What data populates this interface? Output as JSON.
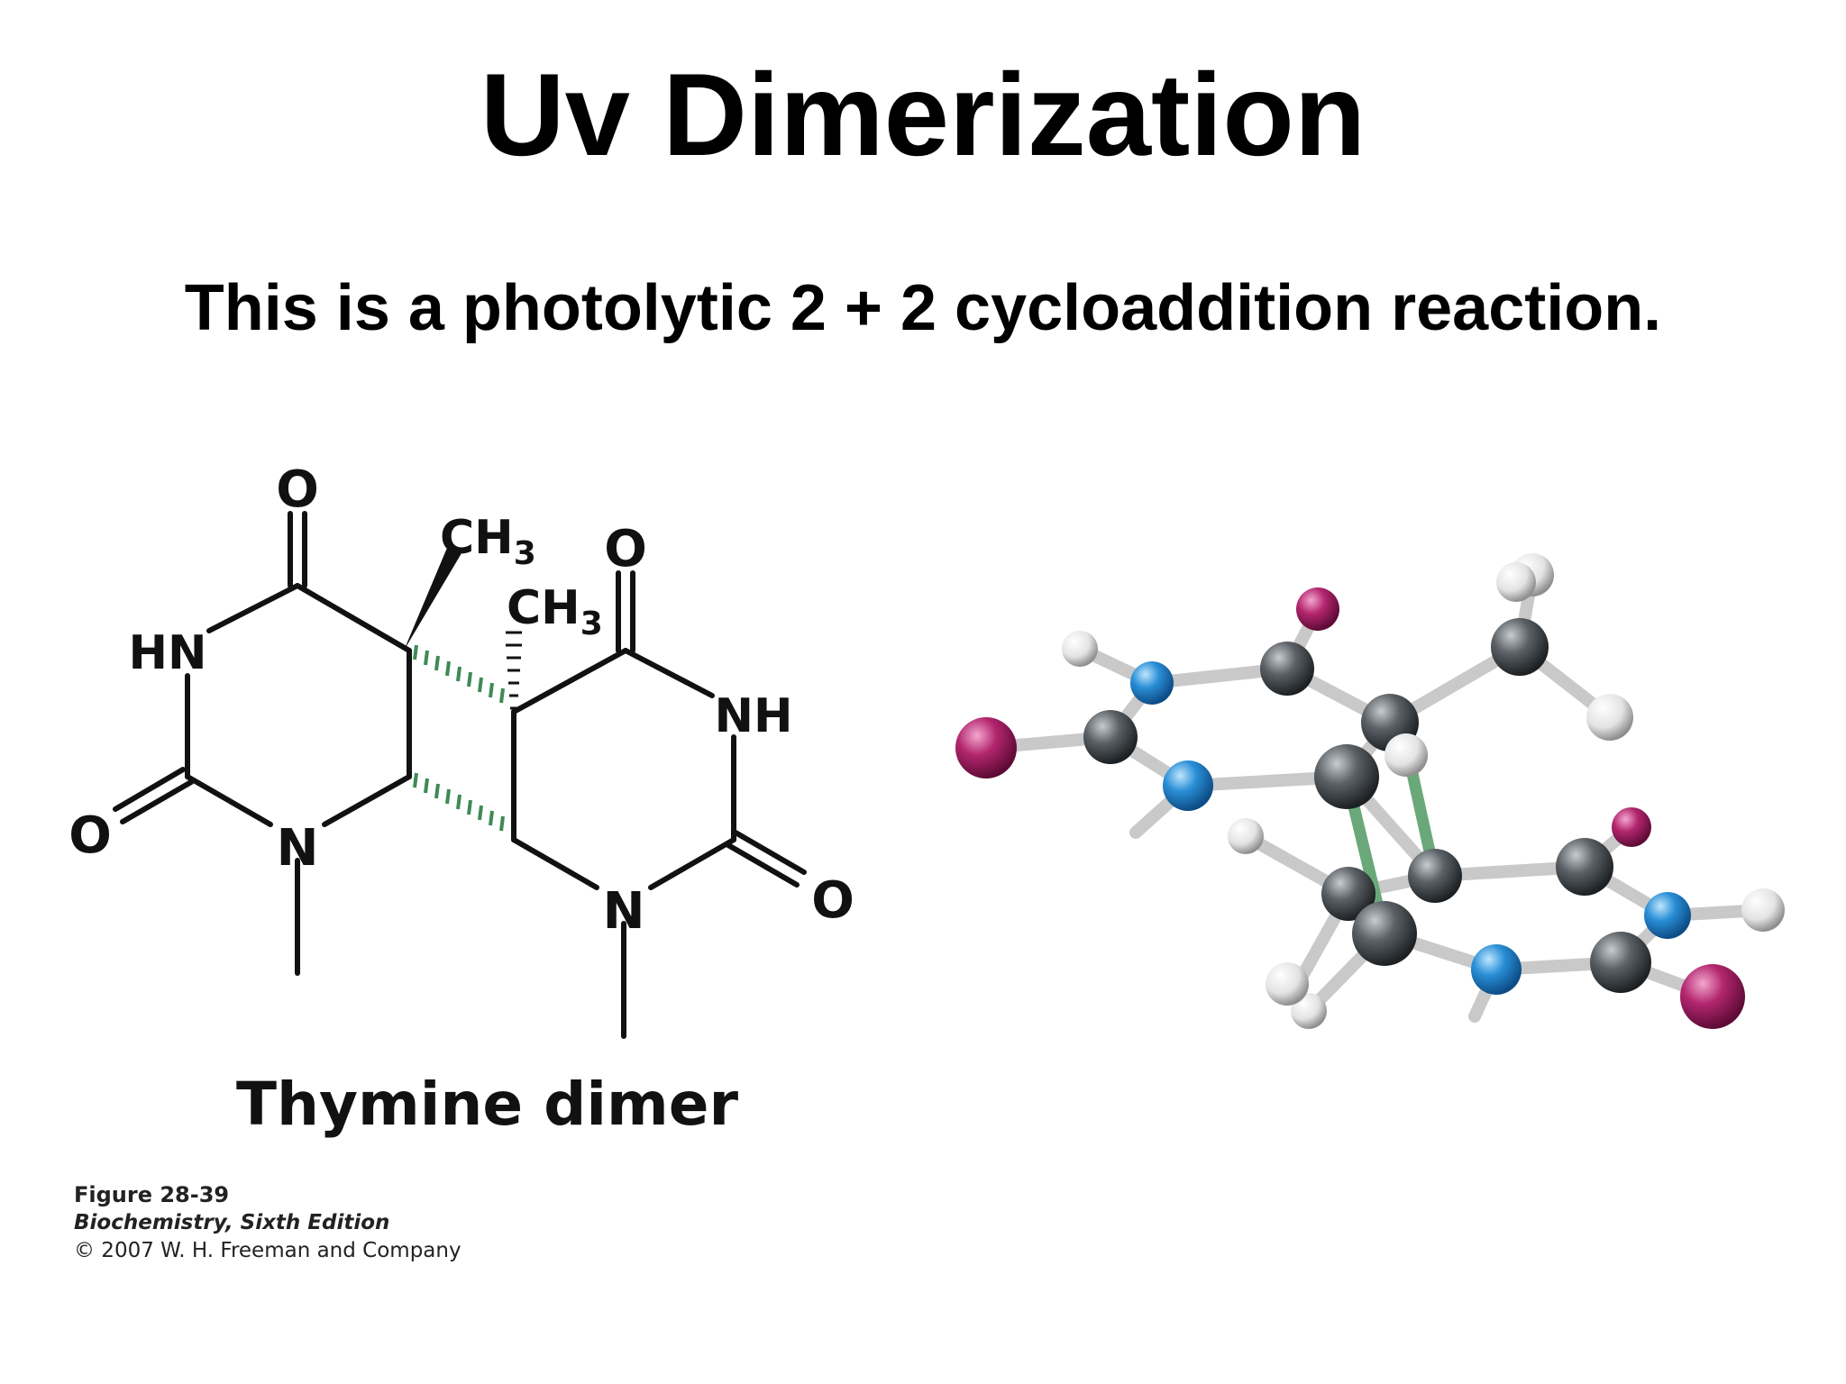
{
  "slide": {
    "title": "Uv Dimerization",
    "subtitle": "This is a photolytic 2 + 2 cycloaddition reaction."
  },
  "structure": {
    "caption": "Thymine dimer",
    "labels": {
      "o_top_left": "O",
      "o_top_right": "O",
      "o_left": "O",
      "o_right": "O",
      "hn": "HN",
      "nh": "NH",
      "n_left": "N",
      "n_right": "N",
      "ch3_left": "CH",
      "ch3_right": "CH",
      "sub3": "3"
    }
  },
  "model": {
    "atom_colors": {
      "carbon": "#555a5e",
      "nitrogen": "#2a8fd6",
      "oxygen": "#b3266f",
      "hydrogen": "#e9e9e9",
      "bond": "#cfcfcf",
      "dimer_bond": "#6aa87a"
    }
  },
  "figure": {
    "number": "Figure 28-39",
    "book": "Biochemistry, Sixth Edition",
    "copyright": "© 2007 W. H. Freeman and Company"
  }
}
